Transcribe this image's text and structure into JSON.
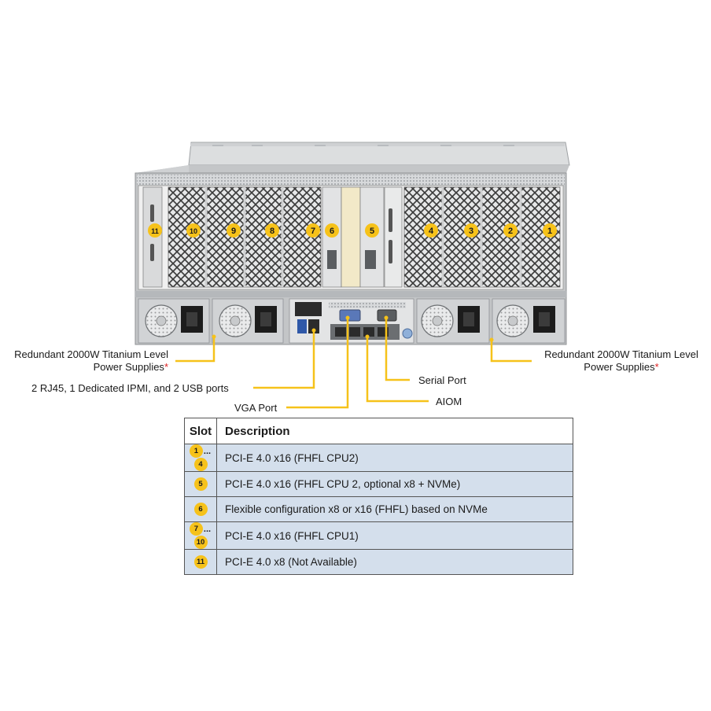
{
  "callouts": {
    "psu_left": {
      "line1": "Redundant 2000W Titanium Level",
      "line2": "Power Supplies",
      "asterisk": "*"
    },
    "psu_right": {
      "line1": "Redundant 2000W Titanium Level",
      "line2": "Power Supplies",
      "asterisk": "*"
    },
    "rj45_usb": "2 RJ45, 1 Dedicated IPMI,  and 2 USB  ports",
    "vga": "VGA Port",
    "serial": "Serial Port",
    "aiom": "AIOM"
  },
  "slot_badges": [
    "11",
    "10",
    "9",
    "8",
    "7",
    "6",
    "5",
    "4",
    "3",
    "2",
    "1"
  ],
  "table": {
    "headers": [
      "Slot",
      "Description"
    ],
    "rows": [
      {
        "slot_start": "1",
        "slot_end": "4",
        "range_sep": "...",
        "description": "PCI-E  4.0 x16  (FHFL CPU2)"
      },
      {
        "slot_start": "5",
        "description": "PCI-E  4.0 x16  (FHFL CPU  2, optional x8 + NVMe)"
      },
      {
        "slot_start": "6",
        "description": "Flexible configuration x8 or x16 (FHFL) based on NVMe"
      },
      {
        "slot_start": "7",
        "slot_end": "10",
        "range_sep": "...",
        "description": "PCI-E  4.0 x16  (FHFL CPU1)"
      },
      {
        "slot_start": "11",
        "description": "PCI-E  4.0 x8  (Not Available)"
      }
    ]
  },
  "colors": {
    "badge": "#f6c21a",
    "leader_line": "#f6c21a",
    "table_row": "#d4dfec",
    "chassis": "#c9cbcd",
    "asterisk": "#dd2222"
  }
}
